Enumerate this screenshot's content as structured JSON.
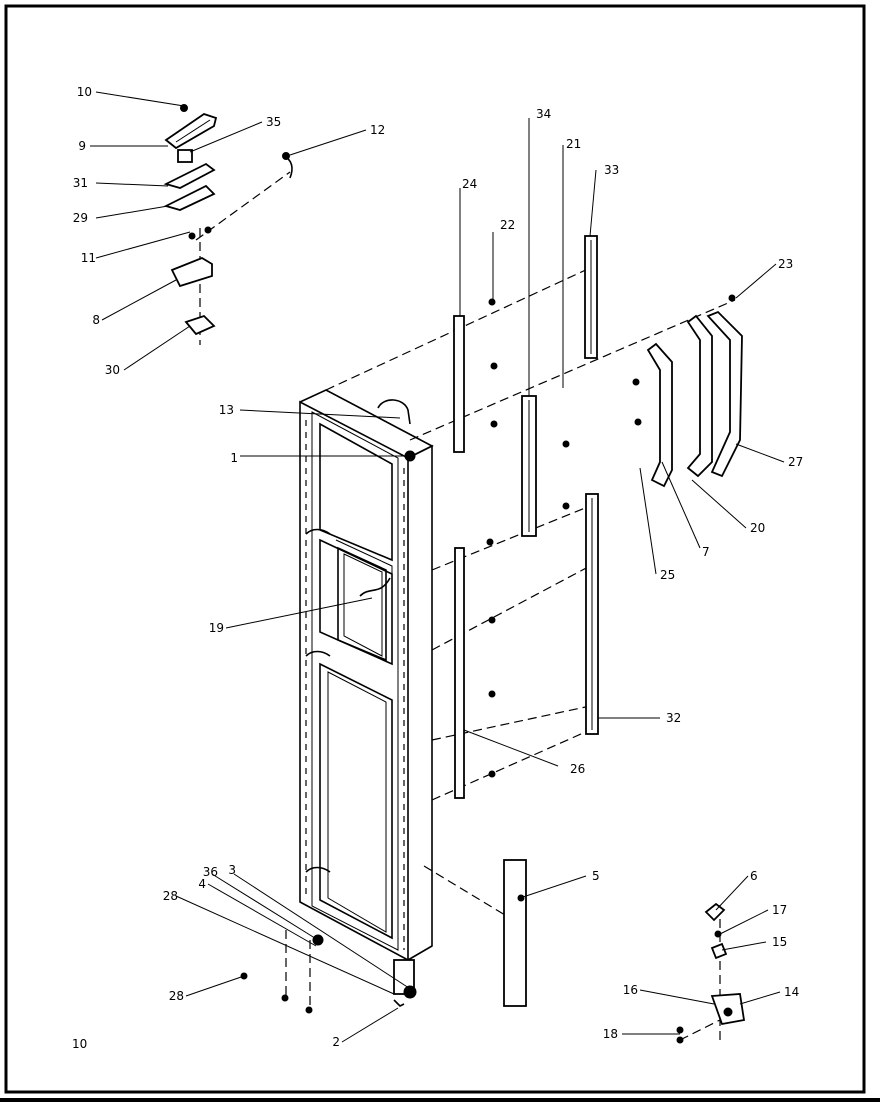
{
  "diagram": {
    "page_number": "10",
    "callouts": [
      "1",
      "2",
      "3",
      "4",
      "5",
      "6",
      "7",
      "8",
      "9",
      "10",
      "11",
      "12",
      "13",
      "14",
      "15",
      "16",
      "17",
      "18",
      "19",
      "20",
      "21",
      "22",
      "23",
      "24",
      "25",
      "26",
      "27",
      "28",
      "28",
      "29",
      "30",
      "31",
      "32",
      "33",
      "34",
      "35",
      "36"
    ]
  }
}
